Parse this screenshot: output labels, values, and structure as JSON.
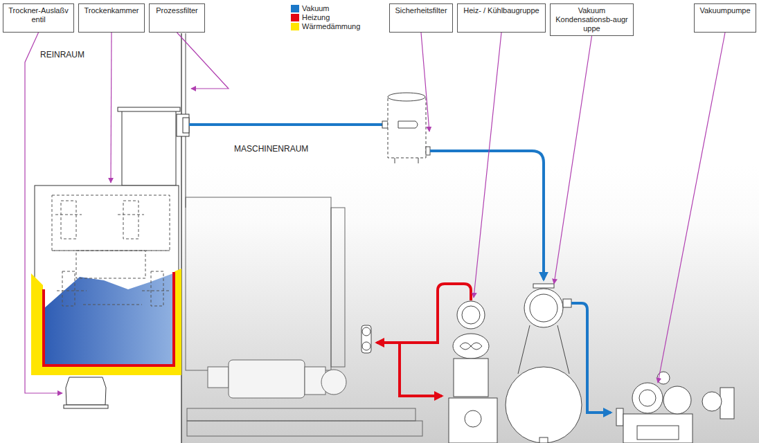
{
  "diagram": {
    "nodes": [
      {
        "text": [
          "Trockner-Auslaßv entil"
        ]
      },
      {
        "text": [
          "Trockenkammer"
        ]
      },
      {
        "text": [
          "Prozessfilter"
        ]
      },
      {
        "text": [
          "Sicherheitsfilter"
        ]
      },
      {
        "text": [
          "Heiz- / Kühlbaugruppe"
        ]
      },
      {
        "text": [
          "Vakuum Kondensationsb-augr uppe"
        ]
      },
      {
        "text": [
          "Vakuumpumpe"
        ]
      }
    ],
    "labels": [
      "REINRAUM",
      "MASCHINENRAUM"
    ],
    "legend": [
      {
        "text": "Vakuum",
        "color": "#1b78c8"
      },
      {
        "text": "Heizung",
        "color": "#e30613"
      },
      {
        "text": "Wärmedämmung",
        "color": "#ffe500"
      }
    ]
  }
}
